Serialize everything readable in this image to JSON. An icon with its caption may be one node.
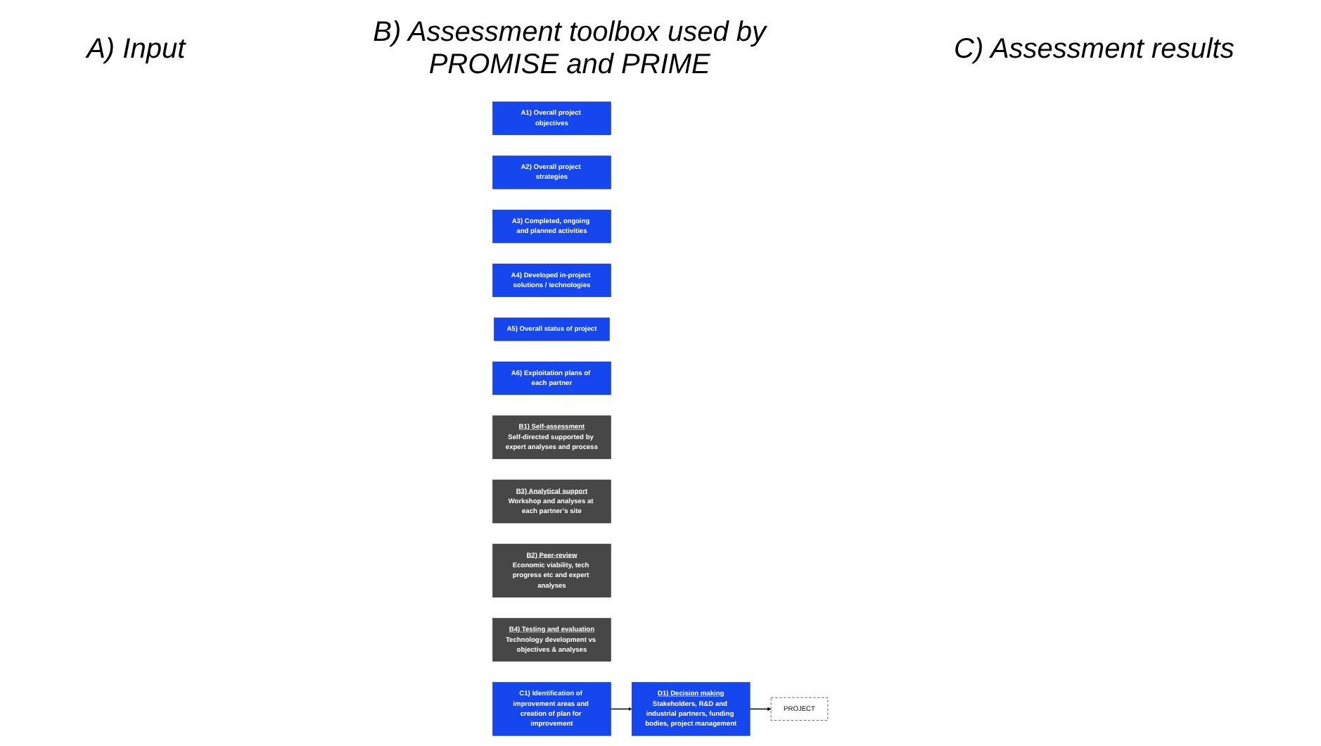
{
  "diagram": {
    "nodes": [
      {
        "text": [
          "PROJECT"
        ]
      },
      {
        "text": [
          "A1) Overall project objectives"
        ]
      },
      {
        "text": [
          "A2) Overall project strategies"
        ]
      },
      {
        "text": [
          "A3) Completed, ongoing and planned activities"
        ]
      },
      {
        "text": [
          "A4) Developed in-project solutions / technologies"
        ]
      },
      {
        "text": [
          "A5) Overall status of project"
        ]
      },
      {
        "text": [
          "A6) Exploitation plans of each partner"
        ]
      },
      {
        "text": [
          "B1) Self-assessment",
          "Self-directed supported by expert analyses and process"
        ]
      },
      {
        "text": [
          "B3) Analytical support",
          "Workshop and analyses at each partner’s site"
        ]
      },
      {
        "text": [
          "B2) Peer-review",
          "Economic viability, tech progress etc and expert analyses"
        ]
      },
      {
        "text": [
          "B4) Testing and evaluation",
          "Technology development vs objectives & analyses"
        ]
      },
      {
        "text": [
          "C1) Identification of improvement areas and creation of plan for improvement"
        ]
      },
      {
        "text": [
          "D1) Decision making",
          "Stakeholders, R&D and industrial partners, funding bodies, project management"
        ]
      }
    ],
    "edges": [
      {
        "from": 11,
        "to": 12,
        "arrow": "to"
      },
      {
        "from": 12,
        "to": 0,
        "arrow": "to"
      }
    ],
    "labels": [
      "A) Input",
      "B) Assessment toolbox used by PROMISE and PRIME",
      "C) Assessment results"
    ]
  }
}
